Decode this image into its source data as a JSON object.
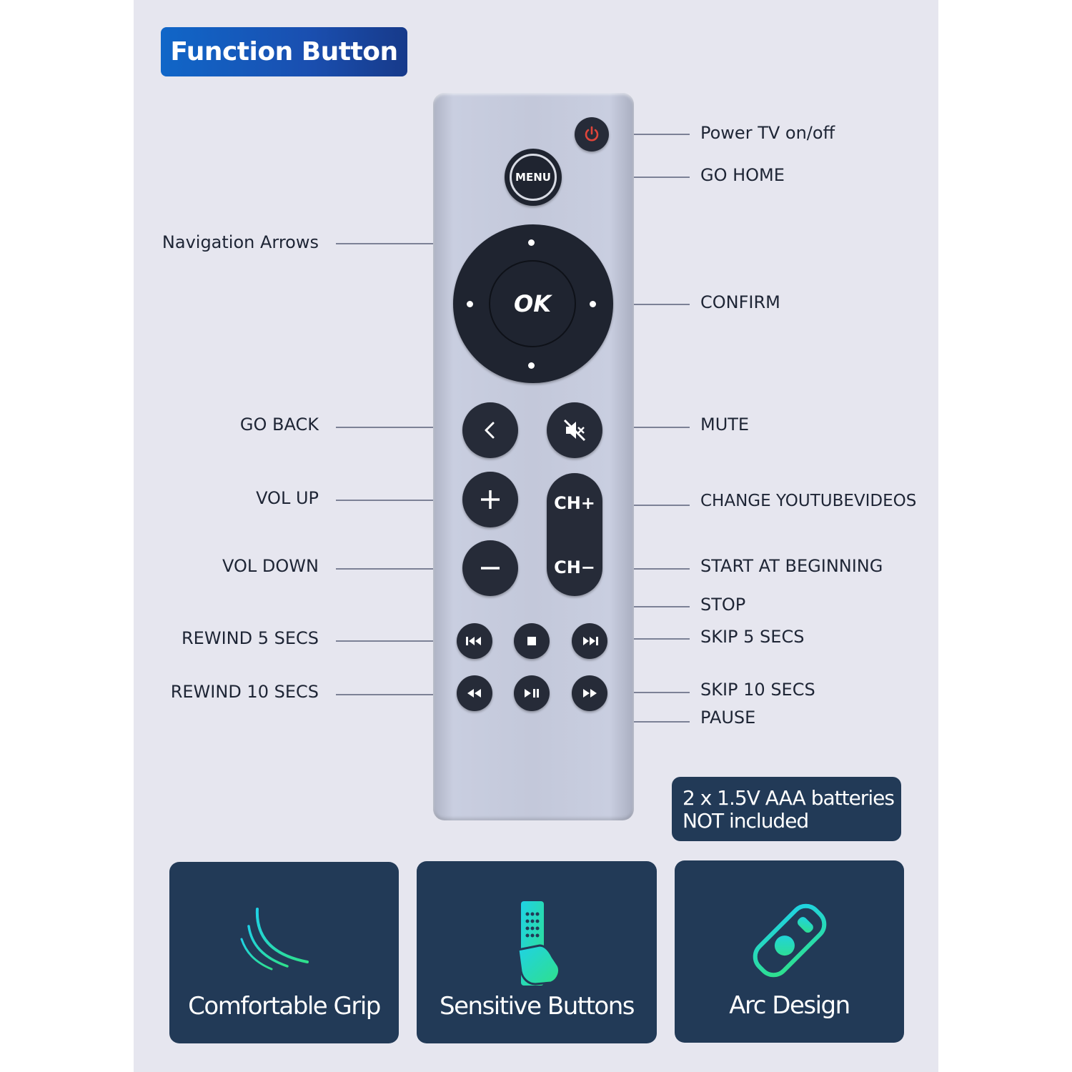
{
  "header": {
    "title": "Function Button"
  },
  "remote": {
    "menu_label": "MENU",
    "ok_label": "OK",
    "ch_plus_label": "CH+",
    "ch_minus_label": "CH−"
  },
  "labels": {
    "power": "Power TV on/off",
    "home": "GO HOME",
    "navigation": "Navigation Arrows",
    "confirm": "CONFIRM",
    "back": "GO BACK",
    "mute": "MUTE",
    "vol_up": "VOL UP",
    "channel_up": "CHANGE YOUTUBEVIDEOS",
    "vol_down": "VOL DOWN",
    "channel_down": "START AT BEGINNING",
    "stop": "STOP",
    "rewind5": "REWIND 5 SECS",
    "skip5": "SKIP 5 SECS",
    "rewind10": "REWIND 10 SECS",
    "skip10": "SKIP 10 SECS",
    "pause": "PAUSE"
  },
  "battery_note": {
    "line1": "2 x 1.5V AAA batteries",
    "line2": "NOT included"
  },
  "features": [
    {
      "label": "Comfortable Grip",
      "icon": "curved-lines-icon"
    },
    {
      "label": "Sensitive Buttons",
      "icon": "hand-remote-icon"
    },
    {
      "label": "Arc Design",
      "icon": "arc-remote-icon"
    }
  ],
  "colors": {
    "background": "#e6e6ef",
    "title_badge": "#1a5fc0",
    "remote_body": "#c6cbdc",
    "button": "#262b38",
    "power_icon": "#e0453a",
    "card": "#223a57",
    "icon_gradient_start": "#1fd2e6",
    "icon_gradient_end": "#2fe08a"
  }
}
